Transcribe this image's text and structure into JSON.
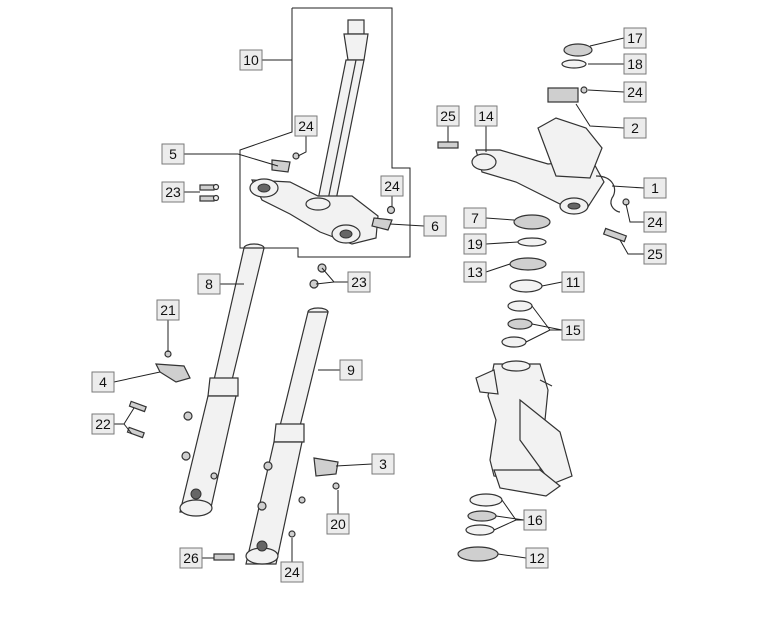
{
  "callouts": [
    {
      "id": "c10",
      "label": "10"
    },
    {
      "id": "c24a",
      "label": "24"
    },
    {
      "id": "c5",
      "label": "5"
    },
    {
      "id": "c23a",
      "label": "23"
    },
    {
      "id": "c24b",
      "label": "24"
    },
    {
      "id": "c6",
      "label": "6"
    },
    {
      "id": "c8",
      "label": "8"
    },
    {
      "id": "c23b",
      "label": "23"
    },
    {
      "id": "c21",
      "label": "21"
    },
    {
      "id": "c4",
      "label": "4"
    },
    {
      "id": "c9",
      "label": "9"
    },
    {
      "id": "c22",
      "label": "22"
    },
    {
      "id": "c3",
      "label": "3"
    },
    {
      "id": "c20",
      "label": "20"
    },
    {
      "id": "c26",
      "label": "26"
    },
    {
      "id": "c24c",
      "label": "24"
    },
    {
      "id": "c17",
      "label": "17"
    },
    {
      "id": "c18",
      "label": "18"
    },
    {
      "id": "c24d",
      "label": "24"
    },
    {
      "id": "c25a",
      "label": "25"
    },
    {
      "id": "c14",
      "label": "14"
    },
    {
      "id": "c2",
      "label": "2"
    },
    {
      "id": "c1",
      "label": "1"
    },
    {
      "id": "c24e",
      "label": "24"
    },
    {
      "id": "c7",
      "label": "7"
    },
    {
      "id": "c19",
      "label": "19"
    },
    {
      "id": "c25b",
      "label": "25"
    },
    {
      "id": "c13",
      "label": "13"
    },
    {
      "id": "c11",
      "label": "11"
    },
    {
      "id": "c15",
      "label": "15"
    },
    {
      "id": "c16",
      "label": "16"
    },
    {
      "id": "c12",
      "label": "12"
    }
  ]
}
